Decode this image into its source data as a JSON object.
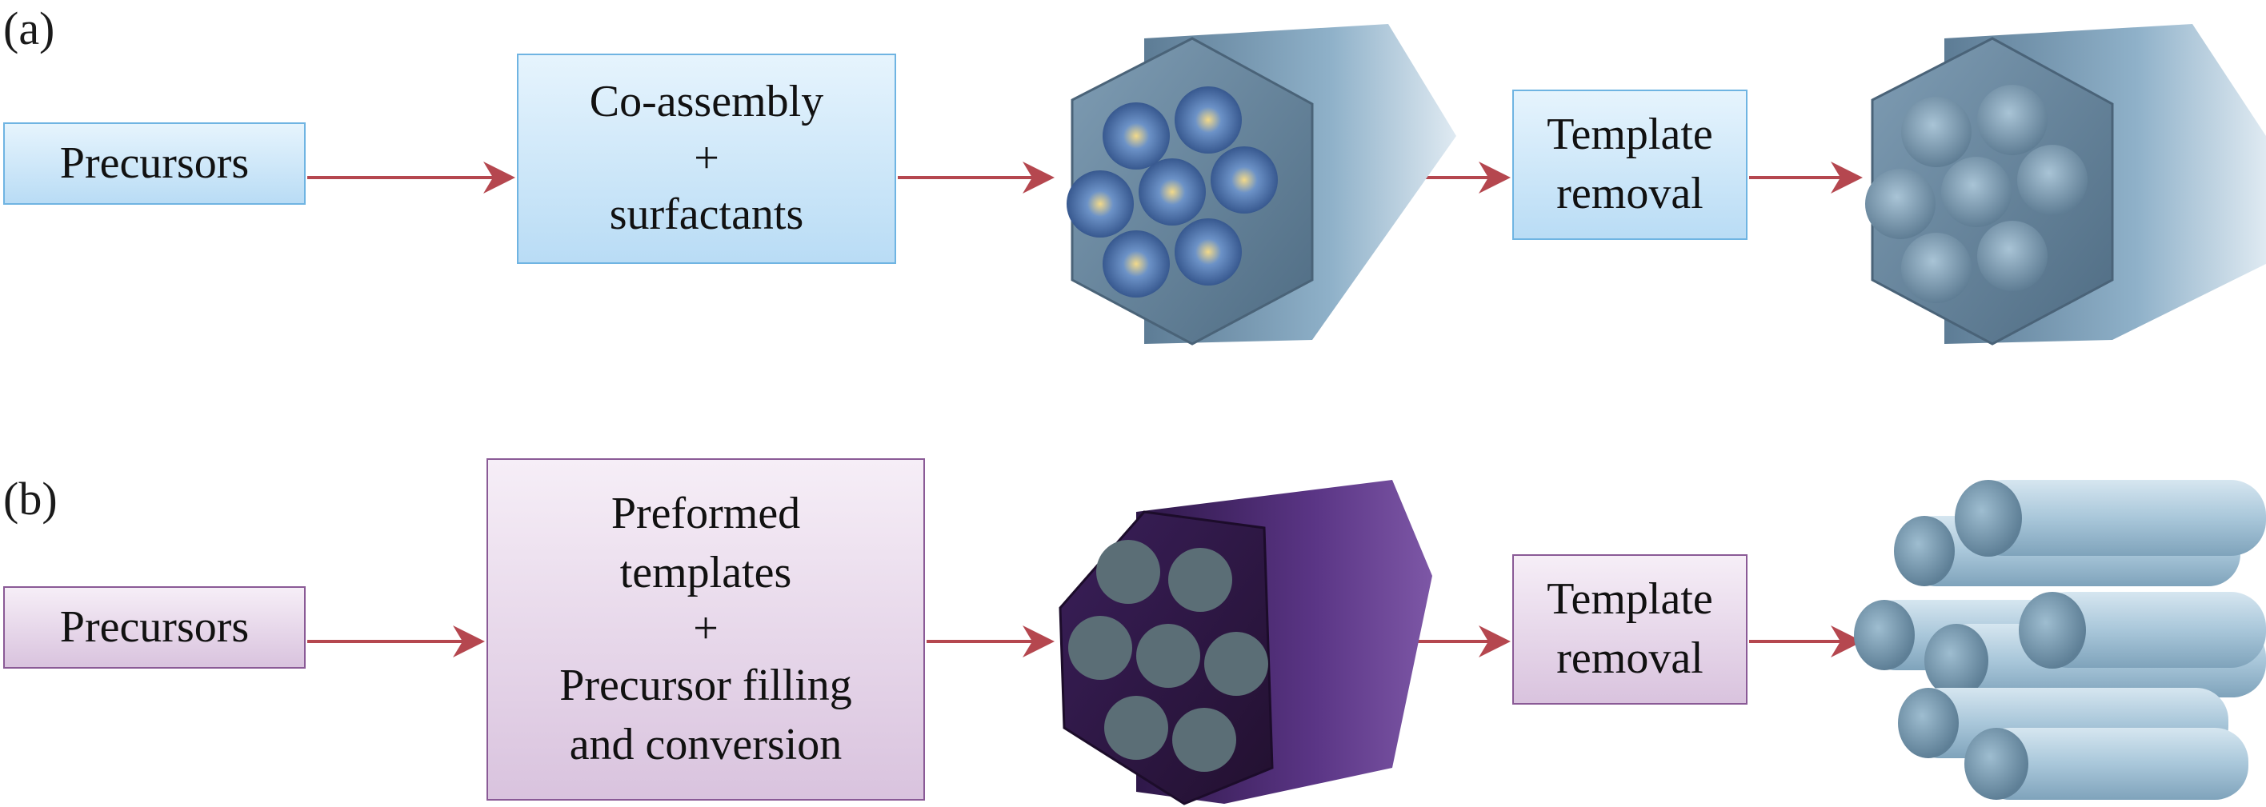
{
  "row_a": {
    "label": "(a)",
    "precursors": "Precursors",
    "step1_line1": "Co-assembly",
    "step1_plus": "+",
    "step1_line2": "surfactants",
    "step2_line1": "Template",
    "step2_line2": "removal"
  },
  "row_b": {
    "label": "(b)",
    "precursors": "Precursors",
    "step1_line1": "Preformed",
    "step1_line2": "templates",
    "step1_plus": "+",
    "step1_line3": "Precursor filling",
    "step1_line4": "and conversion",
    "step2_line1": "Template",
    "step2_line2": "removal"
  },
  "colors": {
    "arrow": "#b5474f",
    "blue_box_border": "#6fb4e2",
    "purple_box_border": "#8a5a96",
    "steel_blue": "#6f8fa8",
    "purple_prism": "#4a2a6e",
    "rod_blue": "#a9c7da"
  }
}
